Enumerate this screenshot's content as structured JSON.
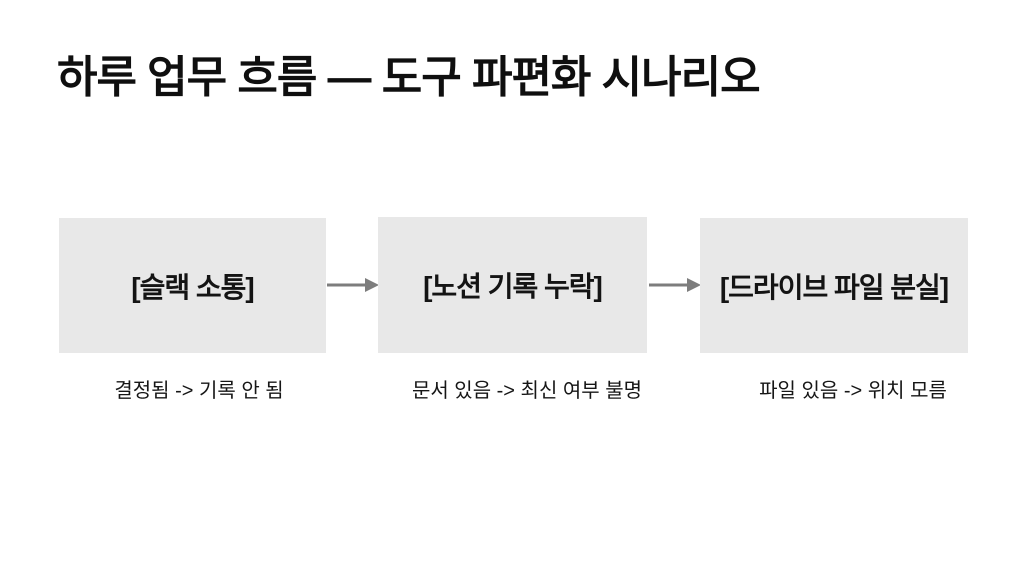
{
  "slide": {
    "title": "하루 업무 흐름 — 도구 파편화 시나리오",
    "flow_steps": [
      {
        "id": "slack",
        "label": "[슬랙 소통]",
        "caption": "결정됨 -> 기록 안 됨"
      },
      {
        "id": "notion",
        "label": "[노션 기록 누락]",
        "caption": "문서 있음 -> 최신 여부 불명"
      },
      {
        "id": "drive",
        "label": "[드라이브 파일 분실]",
        "caption": "파일 있음 -> 위치 모름"
      }
    ],
    "colors": {
      "background": "#ffffff",
      "title_text": "#0f0f0f",
      "box_fill": "#e8e8e8",
      "box_label_text": "#141414",
      "caption_text": "#161616",
      "arrow": "#7d7d7d"
    }
  }
}
